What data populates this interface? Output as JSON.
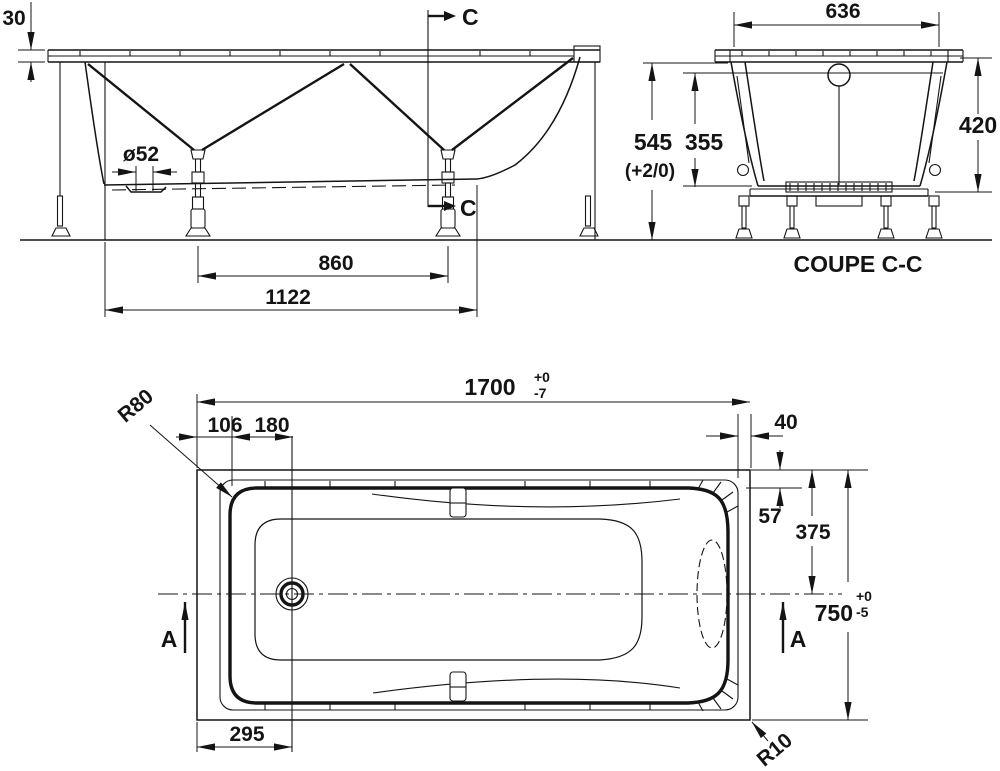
{
  "side_view": {
    "rim_height": "30",
    "drain_diameter": "ø52",
    "leg_spacing": "860",
    "base_length": "1122",
    "section_label": "C"
  },
  "section_view": {
    "title": "COUPE C-C",
    "top_width": "636",
    "overall_height": "545",
    "overall_height_tol": "(+2/0)",
    "inner_depth": "355",
    "shell_height": "420"
  },
  "plan_view": {
    "overall_length": "1700",
    "length_tol_upper": "+0",
    "length_tol_lower": "-7",
    "corner_radius": "R80",
    "offset_left_a": "106",
    "offset_left_b": "180",
    "rim_width_end": "40",
    "rim_width_side": "57",
    "center_offset": "375",
    "overall_width": "750",
    "width_tol_upper": "+0",
    "width_tol_lower": "-5",
    "drain_offset": "295",
    "edge_radius": "R10",
    "section_label": "A"
  },
  "colors": {
    "ink": "#141414",
    "paper": "#ffffff"
  }
}
